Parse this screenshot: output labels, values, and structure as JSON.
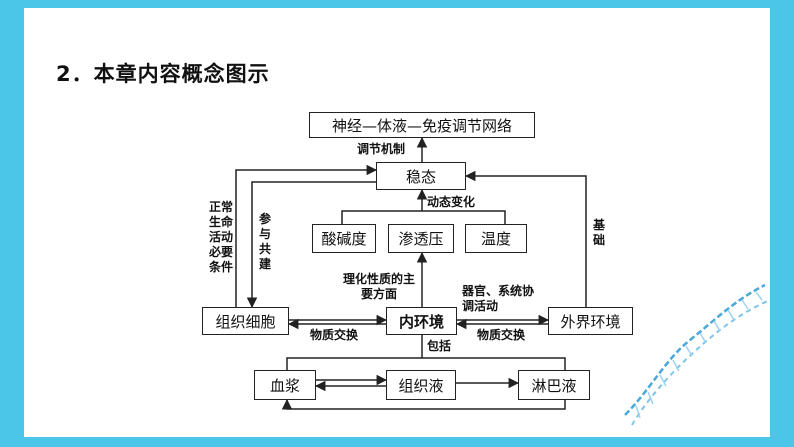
{
  "heading": "2．本章内容概念图示",
  "boxes": {
    "network": "神经—体液—免疫调节网络",
    "homeostasis": "稳态",
    "ph": "酸碱度",
    "osmotic": "渗透压",
    "temperature": "温度",
    "tissue_cell": "组织细胞",
    "internal_env": "内环境",
    "external_env": "外界环境",
    "plasma": "血浆",
    "tissue_fluid": "组织液",
    "lymph": "淋巴液"
  },
  "labels": {
    "regulation": "调节机制",
    "dynamic": "动态变化",
    "physchem": "理化性质的主要方面",
    "organs": "器官、系统协调活动",
    "necessary": "正常生命活动必要条件",
    "participate": "参与共建",
    "basis": "基础",
    "exchange_left": "物质交换",
    "exchange_right": "物质交换",
    "includes": "包括"
  },
  "colors": {
    "accent": "#4cc6e8",
    "line": "#222222",
    "dna": "#4aa8d8"
  }
}
